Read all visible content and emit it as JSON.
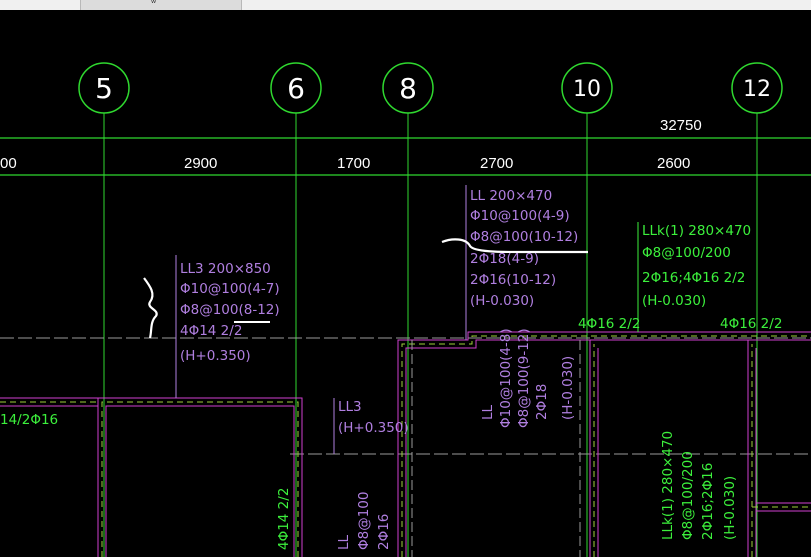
{
  "toolbar": {
    "tab_glyph": "ʬ"
  },
  "grid_axes": [
    {
      "label": "5"
    },
    {
      "label": "6"
    },
    {
      "label": "8"
    },
    {
      "label": "10"
    },
    {
      "label": "12"
    }
  ],
  "dimensions": {
    "overall": "32750",
    "spans": [
      "00",
      "2900",
      "1700",
      "2700",
      "2600"
    ]
  },
  "beams": {
    "ll3_main": [
      "LL3 200×850",
      "Φ10@100(4-7)",
      "Φ8@100(8-12)",
      "4Φ14 2/2",
      "(H+0.350)"
    ],
    "ll_main": [
      "LL 200×470",
      "Φ10@100(4-9)",
      "Φ8@100(10-12)",
      "2Φ18(4-9)",
      "2Φ16(10-12)",
      "(H-0.030)"
    ],
    "llk1_main": [
      "LLk(1) 280×470",
      "Φ8@100/200",
      "2Φ16;4Φ16 2/2",
      "(H-0.030)"
    ],
    "ll3_small": [
      "LL3",
      "(H+0.350)"
    ],
    "rebar_top_a": "4Φ16 2/2",
    "rebar_top_b": "4Φ16 2/2",
    "rebar_left": "14/2Φ16",
    "vert_ll": [
      "LL",
      "Φ10@100(4-8)",
      "Φ8@100(9-12)",
      "2Φ18",
      "(H-0.030)"
    ],
    "vert_llk1": [
      "LLk(1) 280×470",
      "Φ8@100/200",
      "2Φ16;2Φ16",
      "(H-0.030)"
    ],
    "vert_bottom_ll": [
      "LL",
      "Φ8@100",
      "2Φ16"
    ],
    "vert_bottom_rebar": "4Φ14 2/2"
  }
}
